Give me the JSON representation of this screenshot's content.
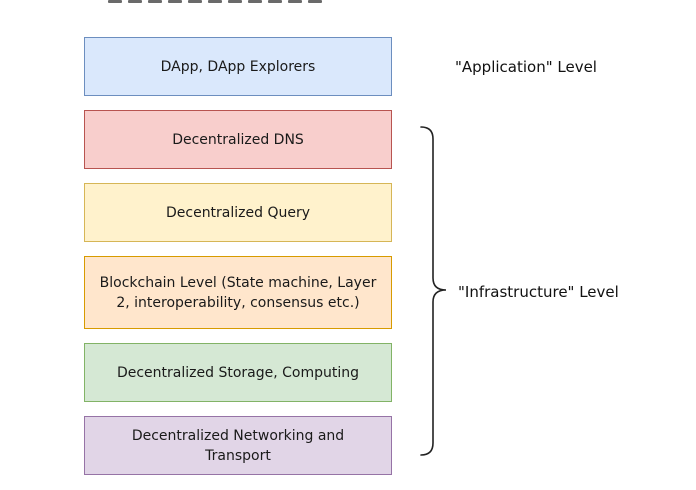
{
  "layers": [
    {
      "id": "dapp",
      "label": "DApp, DApp Explorers",
      "fill": "#dae8fc",
      "stroke": "#6c8ebf"
    },
    {
      "id": "dns",
      "label": "Decentralized DNS",
      "fill": "#f8cecc",
      "stroke": "#b85450"
    },
    {
      "id": "query",
      "label": "Decentralized Query",
      "fill": "#fff2cc",
      "stroke": "#d6b656"
    },
    {
      "id": "blockchain",
      "label": "Blockchain Level (State machine, Layer 2, interoperability, consensus etc.)",
      "fill": "#ffe6cc",
      "stroke": "#d79b00"
    },
    {
      "id": "storage",
      "label": "Decentralized Storage, Computing",
      "fill": "#d5e8d4",
      "stroke": "#82b366"
    },
    {
      "id": "networking",
      "label": "Decentralized Networking and\nTransport",
      "fill": "#e1d5e7",
      "stroke": "#9673a6"
    }
  ],
  "levels": {
    "application": "\"Application\" Level",
    "infrastructure": "\"Infrastructure\" Level"
  }
}
